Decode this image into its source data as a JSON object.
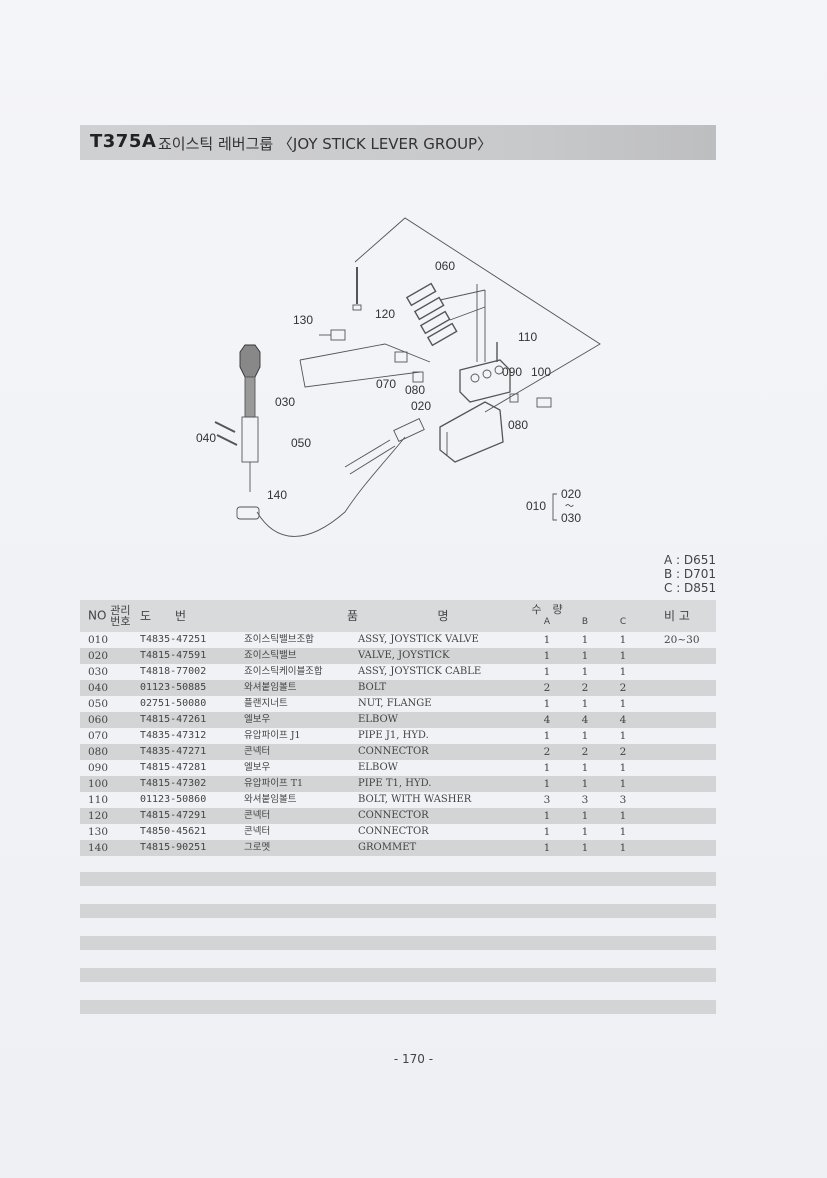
{
  "header": {
    "code": "T375A",
    "title": "죠이스틱 레버그룹 〈JOY STICK LEVER GROUP〉"
  },
  "figure": {
    "callouts": [
      "060",
      "130",
      "120",
      "110",
      "090",
      "100",
      "070",
      "080",
      "020",
      "030",
      "040",
      "050",
      "080",
      "140"
    ],
    "assembly": {
      "ref": "010",
      "from": "020",
      "sep": "〜",
      "to": "030"
    }
  },
  "models": [
    "A : D651",
    "B : D701",
    "C : D851"
  ],
  "table": {
    "headers": {
      "no": "NO",
      "mgmt_top": "관리",
      "mgmt_bottom": "번호",
      "part_no": "도　　번",
      "name_left": "품",
      "name_right": "명",
      "qty": "수　량",
      "a": "A",
      "b": "B",
      "c": "C",
      "remarks": "비 고"
    },
    "rows": [
      {
        "no": "010",
        "part": "T4835-47251",
        "kr": "죠이스틱밸브조합",
        "en": "ASSY, JOYSTICK VALVE",
        "a": "1",
        "b": "1",
        "c": "1",
        "rm": "20~30"
      },
      {
        "no": "020",
        "part": "T4815-47591",
        "kr": "죠이스틱밸브",
        "en": "VALVE, JOYSTICK",
        "a": "1",
        "b": "1",
        "c": "1",
        "rm": ""
      },
      {
        "no": "030",
        "part": "T4818-77002",
        "kr": "죠이스틱케이블조합",
        "en": "ASSY, JOYSTICK CABLE",
        "a": "1",
        "b": "1",
        "c": "1",
        "rm": ""
      },
      {
        "no": "040",
        "part": "01123-50885",
        "kr": "와셔붙임볼트",
        "en": "BOLT",
        "a": "2",
        "b": "2",
        "c": "2",
        "rm": ""
      },
      {
        "no": "050",
        "part": "02751-50080",
        "kr": "플랜지너트",
        "en": "NUT, FLANGE",
        "a": "1",
        "b": "1",
        "c": "1",
        "rm": ""
      },
      {
        "no": "060",
        "part": "T4815-47261",
        "kr": "엘보우",
        "en": "ELBOW",
        "a": "4",
        "b": "4",
        "c": "4",
        "rm": ""
      },
      {
        "no": "070",
        "part": "T4835-47312",
        "kr": "유압파이프 J1",
        "en": "PIPE J1, HYD.",
        "a": "1",
        "b": "1",
        "c": "1",
        "rm": ""
      },
      {
        "no": "080",
        "part": "T4835-47271",
        "kr": "콘넥터",
        "en": "CONNECTOR",
        "a": "2",
        "b": "2",
        "c": "2",
        "rm": ""
      },
      {
        "no": "090",
        "part": "T4815-47281",
        "kr": "엘보우",
        "en": "ELBOW",
        "a": "1",
        "b": "1",
        "c": "1",
        "rm": ""
      },
      {
        "no": "100",
        "part": "T4815-47302",
        "kr": "유압파이프 T1",
        "en": "PIPE T1, HYD.",
        "a": "1",
        "b": "1",
        "c": "1",
        "rm": ""
      },
      {
        "no": "110",
        "part": "01123-50860",
        "kr": "와셔붙임볼트",
        "en": "BOLT, WITH WASHER",
        "a": "3",
        "b": "3",
        "c": "3",
        "rm": ""
      },
      {
        "no": "120",
        "part": "T4815-47291",
        "kr": "콘넥터",
        "en": "CONNECTOR",
        "a": "1",
        "b": "1",
        "c": "1",
        "rm": ""
      },
      {
        "no": "130",
        "part": "T4850-45621",
        "kr": "콘넥터",
        "en": "CONNECTOR",
        "a": "1",
        "b": "1",
        "c": "1",
        "rm": ""
      },
      {
        "no": "140",
        "part": "T4815-90251",
        "kr": "그로멧",
        "en": "GROMMET",
        "a": "1",
        "b": "1",
        "c": "1",
        "rm": ""
      }
    ]
  },
  "page_number": "- 170 -"
}
